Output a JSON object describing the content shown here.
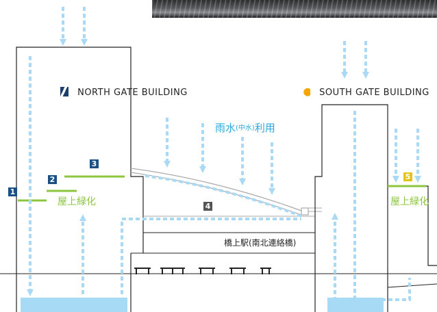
{
  "diagram": {
    "north_building": {
      "name": "NORTH GATE BUILDING"
    },
    "south_building": {
      "name": "SOUTH GATE BUILDING"
    },
    "labels": {
      "rooftop_greening_left": "屋上緑化",
      "rooftop_greening_right": "屋上緑化",
      "rainwater_use_prefix": "雨水",
      "rainwater_use_sub": "(中水)",
      "rainwater_use_suffix": "利用",
      "bridge_station": "橋上駅(南北連絡橋)"
    },
    "markers": [
      {
        "id": "1",
        "label": "1"
      },
      {
        "id": "2",
        "label": "2"
      },
      {
        "id": "3",
        "label": "3"
      },
      {
        "id": "4",
        "label": "4"
      },
      {
        "id": "5",
        "label": "5"
      }
    ],
    "colors": {
      "water": "#a9d9f4",
      "water_tank": "#a6daf5",
      "green": "#8cc63f",
      "marker_dark_blue": "#1a4f86",
      "marker_gray": "#555555",
      "marker_yellow": "#e6c317",
      "outline": "#222222",
      "rain_text": "#29a9e1"
    }
  }
}
